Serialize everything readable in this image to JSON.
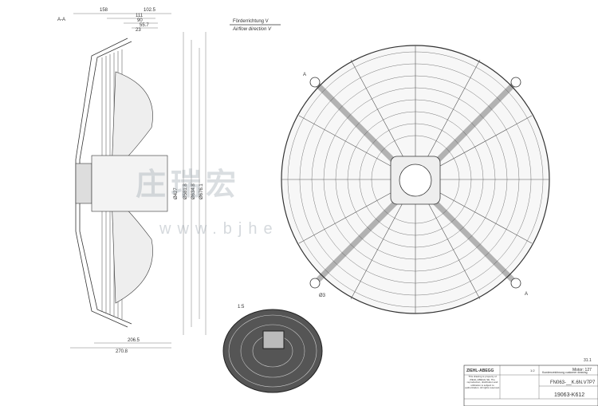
{
  "section_label": "A-A",
  "airflow": {
    "de": "Förderrichtung V",
    "en": "Airflow direction V"
  },
  "dimensions_top": [
    "158",
    "102.5",
    "111",
    "90",
    "55.7",
    "23"
  ],
  "dimensions_bottom": [
    "206.5",
    "270.8"
  ],
  "diameters": [
    "Ø427",
    "Ø581.8",
    "Ø634.8",
    "Ø676.1"
  ],
  "view_labels": {
    "a1": "A",
    "a2": "A",
    "hole": "Ø3",
    "iso": "1:5"
  },
  "watermark": {
    "cn": "庄瑞宏",
    "url": "www.bjhe"
  },
  "title_block": {
    "company": "ZIEHL-ABEGG",
    "notice": "This drawing is property of ZIEHL-ABEGG SE. The reproduction, distribution and utilization is subject to authorization. All rights reserved.",
    "motor": "Motor: 127",
    "doc_type": "Kundenzeichnung customer drawing",
    "scale": "1:2",
    "type_code": "FN063-__K.6N.V7P7",
    "drawing_no": "19063-K612",
    "sheet": "31.1"
  }
}
